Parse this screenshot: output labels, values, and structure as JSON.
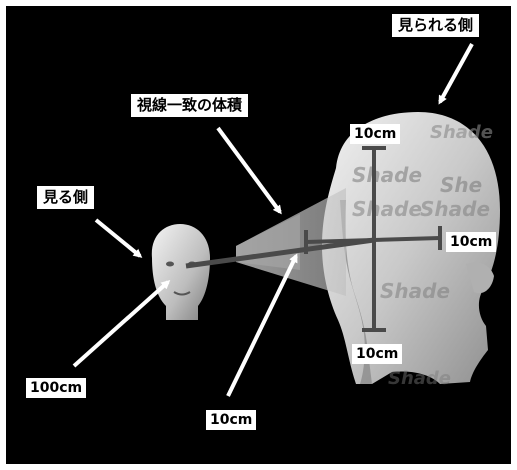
{
  "colors": {
    "background": "#000000",
    "border": "#ffffff",
    "label_bg": "#ffffff",
    "label_text": "#000000",
    "axis_lines": "#4a4a4a",
    "head_light": "#e2e2e2",
    "head_shade": "#9c9c9c",
    "watermark": "#7a7a7a"
  },
  "labels": {
    "observed_side": "見られる側",
    "gaze_volume": "視線一致の体積",
    "viewer_side": "見る側",
    "distance": "100cm",
    "cone_width": "10cm",
    "volume_top": "10cm",
    "volume_right": "10cm",
    "volume_bottom": "10cm"
  },
  "watermark_text": "Shade",
  "icons": {
    "viewer_head": "small-head-icon",
    "observed_head": "large-head-icon",
    "arrows": "arrow-icon"
  }
}
